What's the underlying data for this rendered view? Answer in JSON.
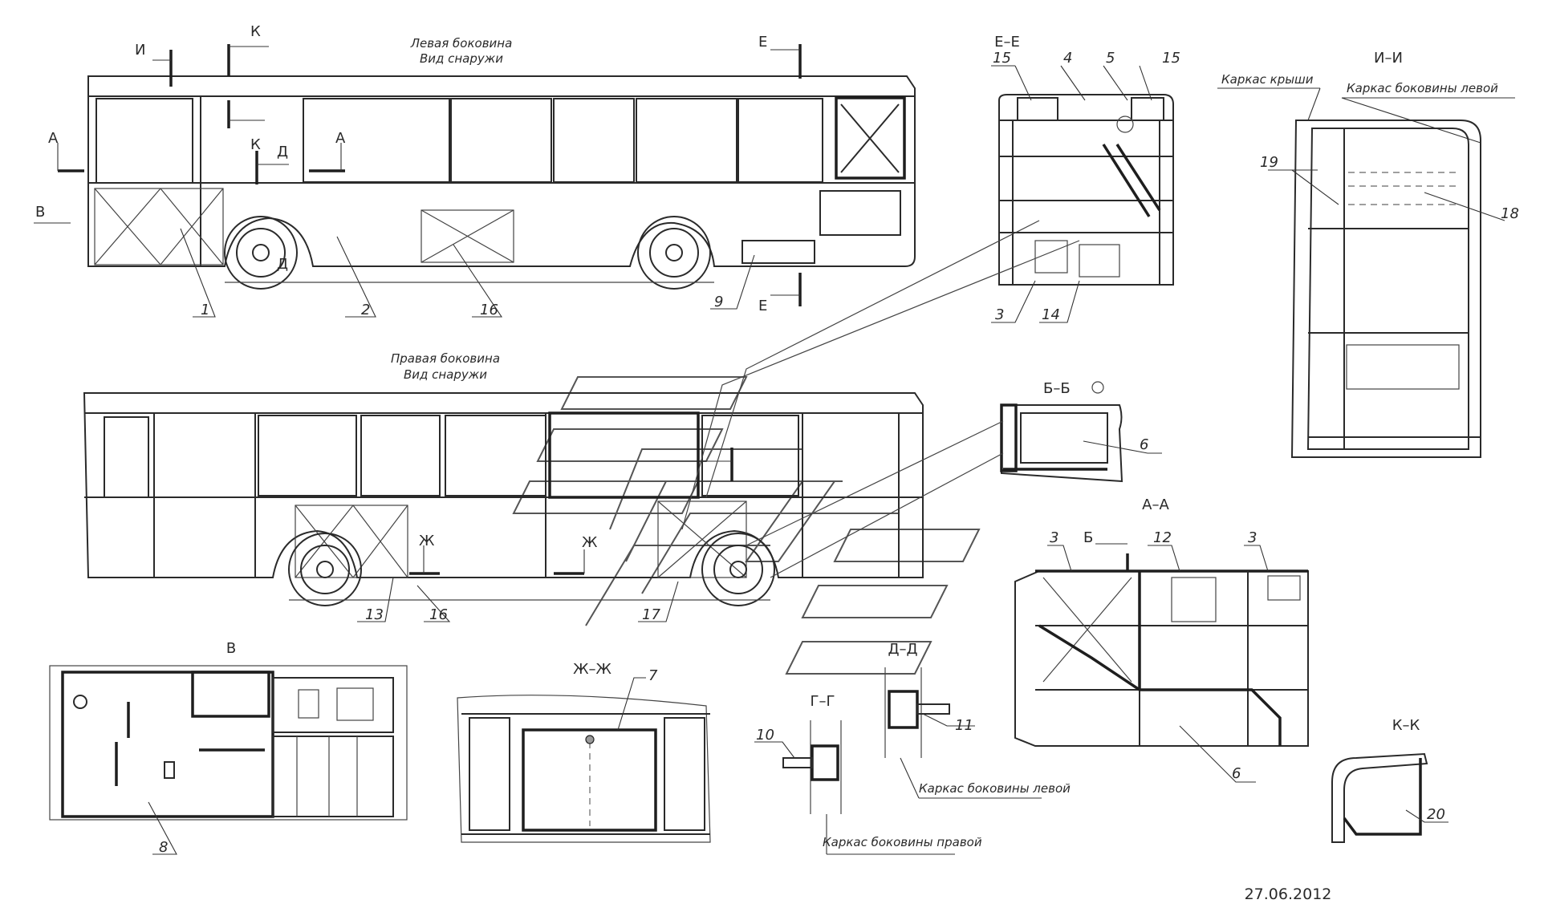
{
  "views": {
    "left_side": {
      "title": "Левая боковина",
      "subtitle": "Вид снаружи"
    },
    "right_side": {
      "title": "Правая боковина",
      "subtitle": "Вид снаружи"
    }
  },
  "section_marks": {
    "I": "И",
    "K": "К",
    "E": "Е",
    "A": "А",
    "D": "Д",
    "V": "В",
    "ZH": "Ж",
    "B": "Б"
  },
  "section_titles": {
    "EE": "Е–Е",
    "II": "И–И",
    "BB": "Б–Б",
    "AA": "А–А",
    "ZHZH": "Ж–Ж",
    "GG": "Г–Г",
    "DD": "Д–Д",
    "KK": "К–К",
    "V": "В"
  },
  "captions": {
    "roof_frame": "Каркас крыши",
    "left_side_frame_II": "Каркас боковины левой",
    "left_side_frame_DD": "Каркас боковины левой",
    "right_side_frame_GG": "Каркас боковины правой"
  },
  "parts": [
    "1",
    "2",
    "3",
    "4",
    "5",
    "6",
    "7",
    "8",
    "9",
    "10",
    "11",
    "12",
    "13",
    "14",
    "15",
    "16",
    "17",
    "18",
    "19",
    "20"
  ],
  "date": "27.06.2012"
}
